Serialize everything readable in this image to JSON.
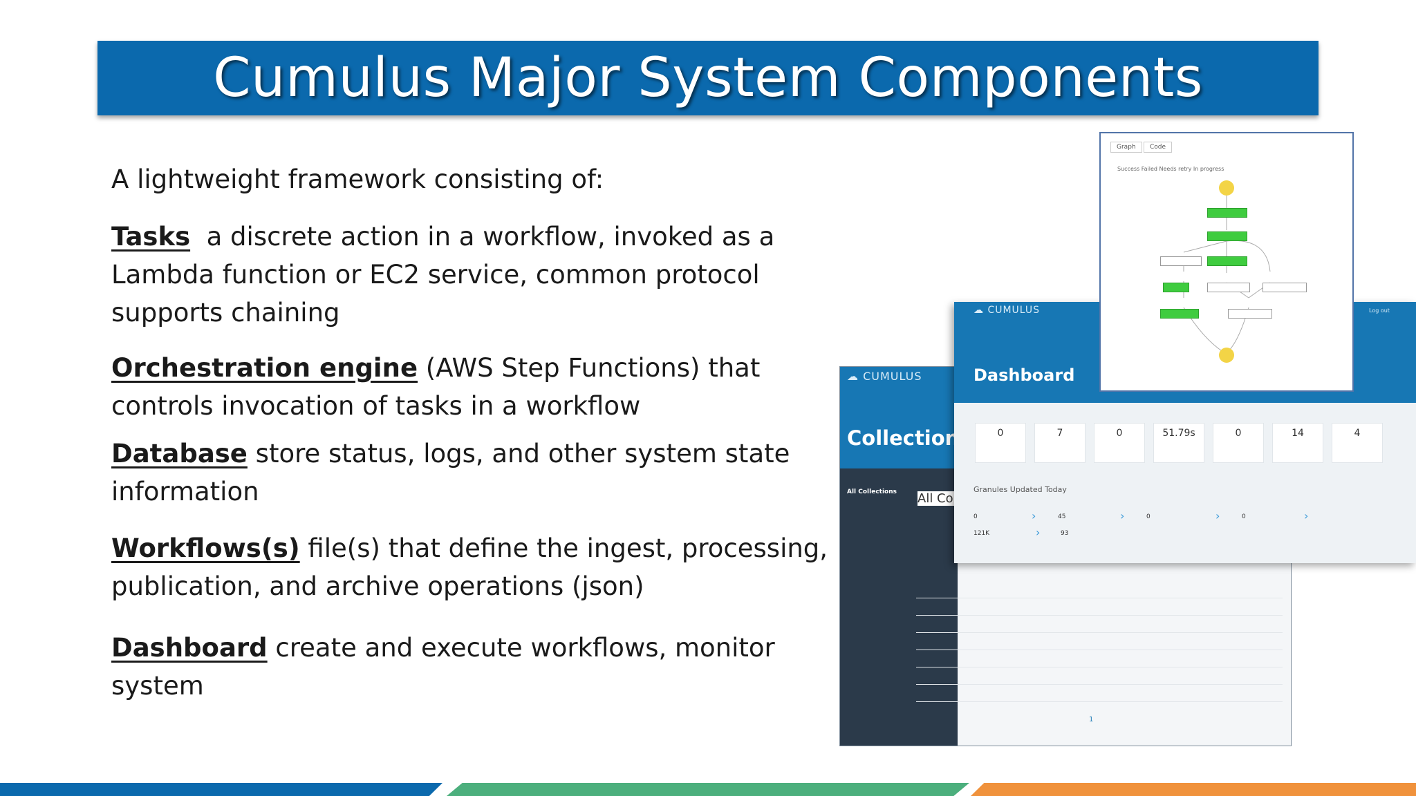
{
  "slide": {
    "title": "Cumulus Major System Components",
    "intro": "A lightweight framework consisting of:",
    "items": [
      {
        "term": "Tasks",
        "text": "  a discrete action in a workflow, invoked as a Lambda function or EC2 service, common protocol supports chaining"
      },
      {
        "term": "Orchestration engine",
        "text": " (AWS Step Functions) that controls invocation of tasks in a workflow"
      },
      {
        "term": "Database",
        "text": " store status, logs, and other system state information"
      },
      {
        "term": "Workflows(s)",
        "text": " file(s) that define the ingest, processing, publication, and archive operations (json)"
      },
      {
        "term": "Dashboard",
        "text": " create and execute workflows, monitor system"
      }
    ]
  },
  "collections_screenshot": {
    "logo": "CUMULUS",
    "title": "Collections",
    "nav_item": "All Collections",
    "heading": "All Col",
    "pager": "1"
  },
  "dashboard_screenshot": {
    "logo": "CUMULUS",
    "logout": "Log out",
    "title": "Dashboard",
    "stats": [
      "0",
      "7",
      "0",
      "51.79s",
      "0",
      "14",
      "4"
    ],
    "granules_heading": "Granules Updated Today",
    "granule_values": [
      "0",
      "45",
      "0",
      "0",
      "121K",
      "93"
    ]
  },
  "workflow_screenshot": {
    "tabs": [
      "Graph",
      "Code"
    ],
    "legend": "Success  Failed  Needs retry  In progress"
  },
  "colors": {
    "title_bar": "#0b69ad",
    "footer_blue": "#0b69ad",
    "footer_green": "#4caf7d",
    "footer_orange": "#f0923c"
  }
}
